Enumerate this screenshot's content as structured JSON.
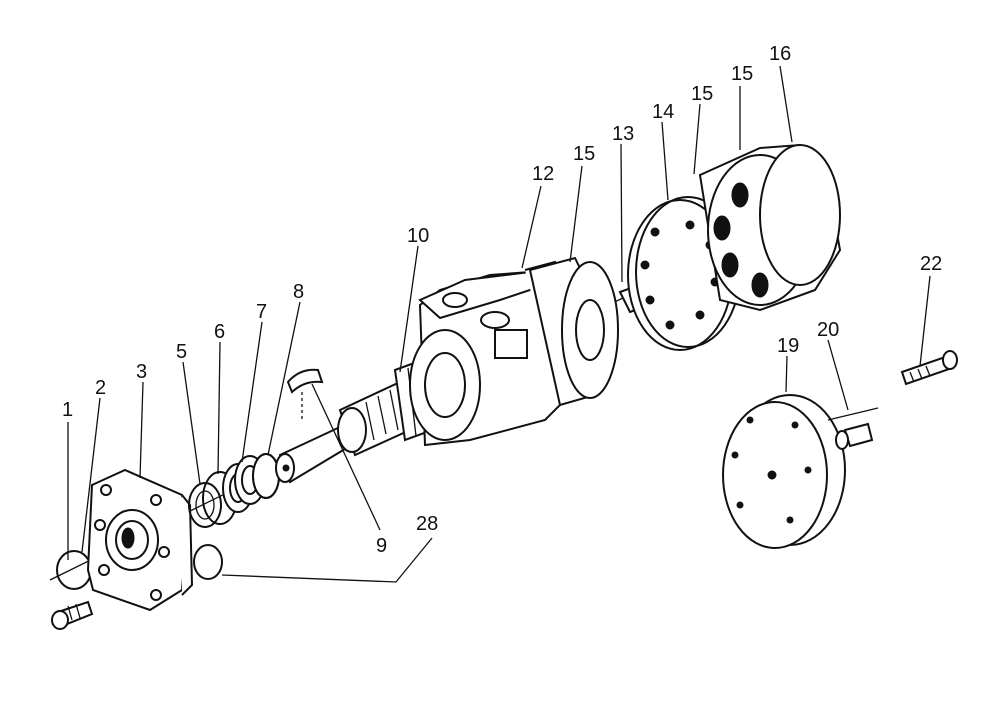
{
  "callouts": [
    {
      "id": "c1",
      "text": "1"
    },
    {
      "id": "c2",
      "text": "2"
    },
    {
      "id": "c3",
      "text": "3"
    },
    {
      "id": "c5",
      "text": "5"
    },
    {
      "id": "c6",
      "text": "6"
    },
    {
      "id": "c7",
      "text": "7"
    },
    {
      "id": "c8",
      "text": "8"
    },
    {
      "id": "c9",
      "text": "9"
    },
    {
      "id": "c10",
      "text": "10"
    },
    {
      "id": "c12",
      "text": "12"
    },
    {
      "id": "c13",
      "text": "13"
    },
    {
      "id": "c14",
      "text": "14"
    },
    {
      "id": "c15a",
      "text": "15"
    },
    {
      "id": "c15b",
      "text": "15"
    },
    {
      "id": "c15c",
      "text": "15"
    },
    {
      "id": "c16",
      "text": "16"
    },
    {
      "id": "c19",
      "text": "19"
    },
    {
      "id": "c20",
      "text": "20"
    },
    {
      "id": "c22",
      "text": "22"
    },
    {
      "id": "c28",
      "text": "28"
    }
  ]
}
